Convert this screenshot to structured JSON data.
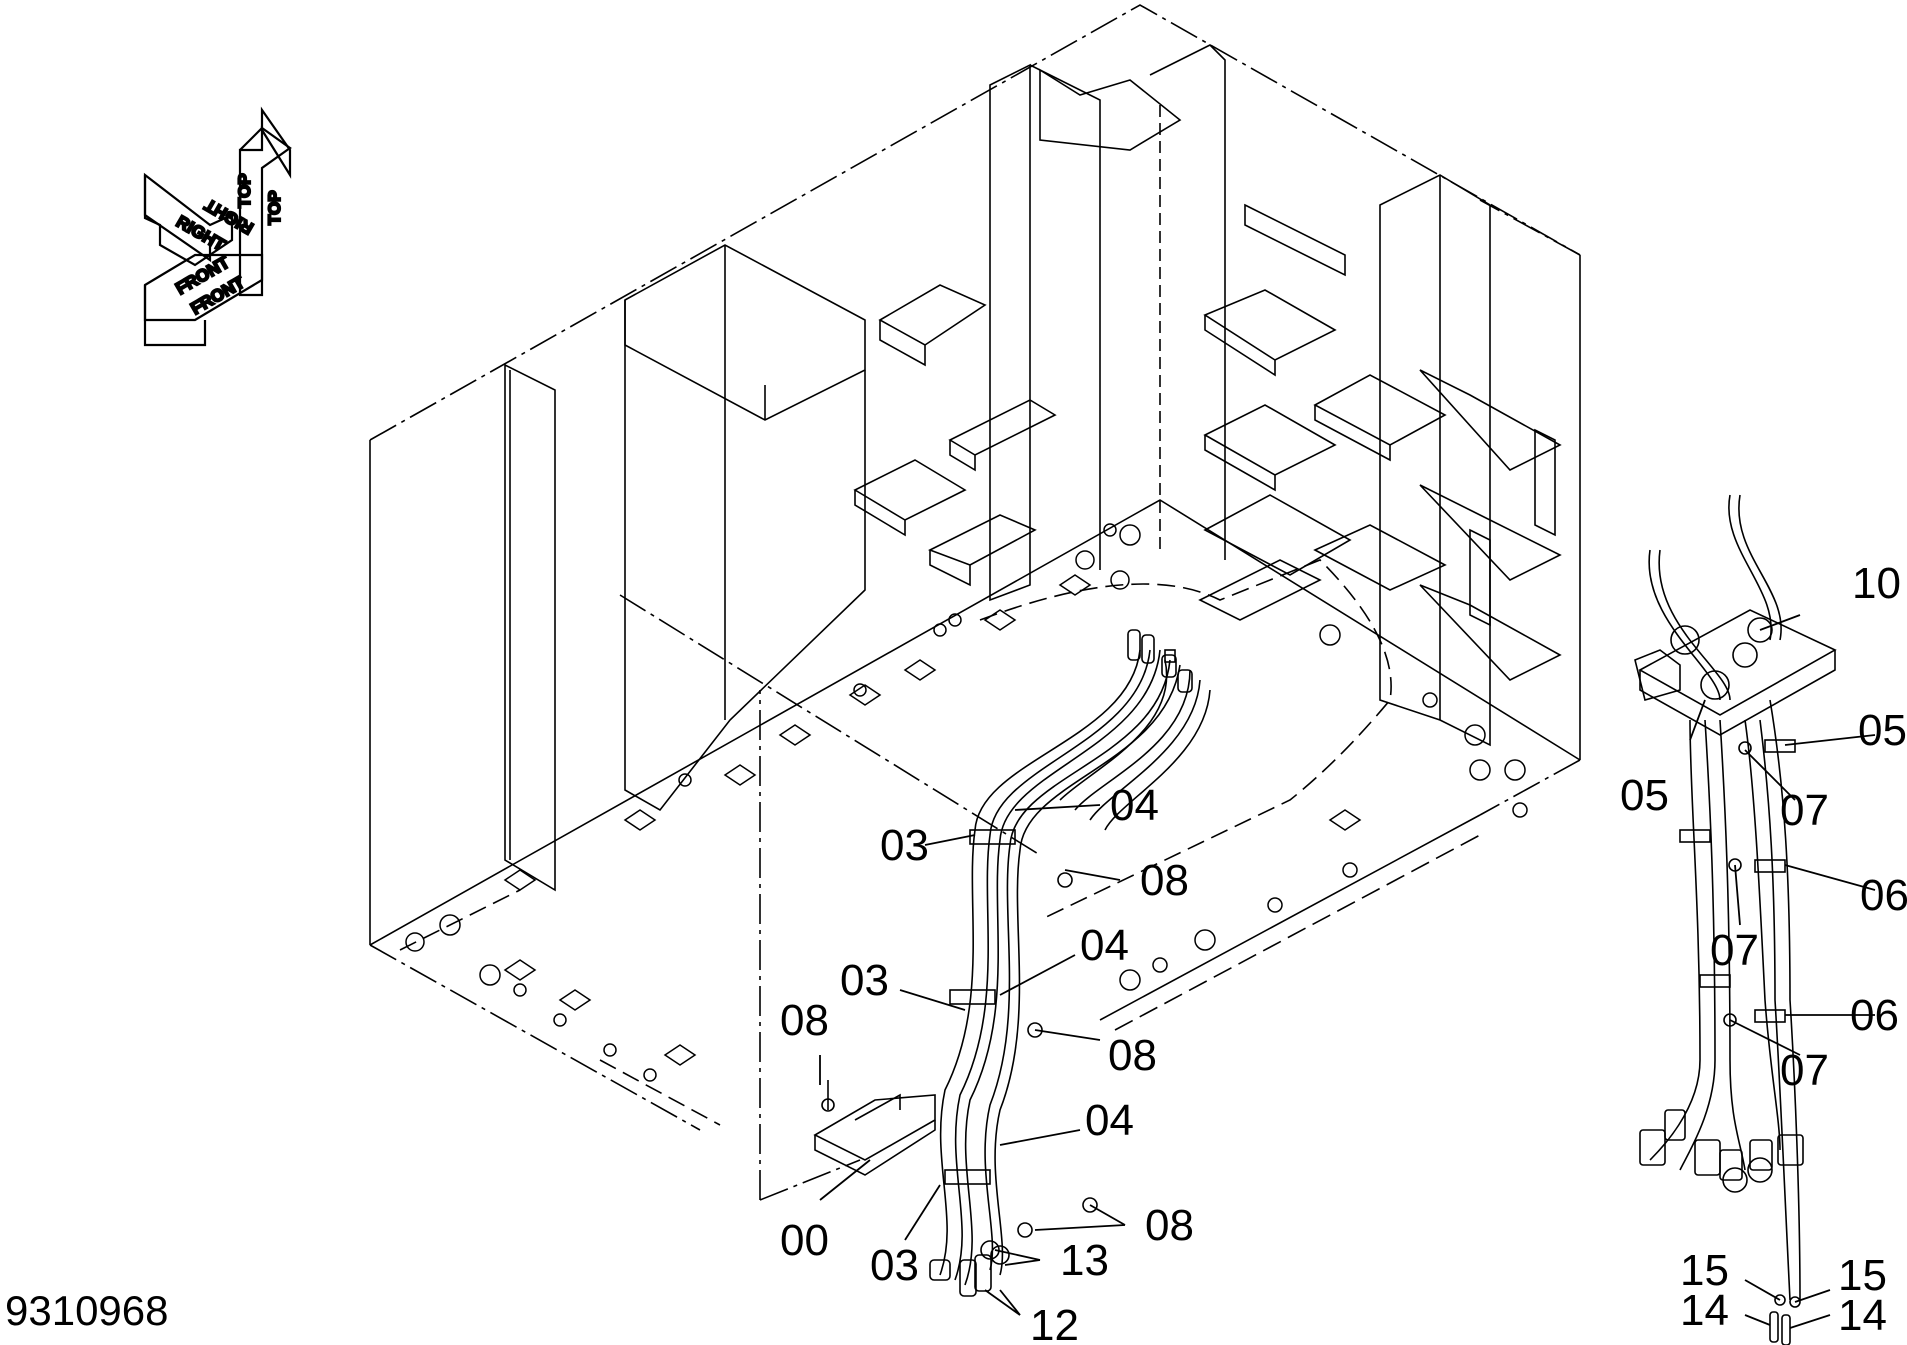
{
  "drawing_number": "9310968",
  "orientation_icon": {
    "top": "TOP",
    "right": "RIGHT",
    "front": "FRONT"
  },
  "callouts": [
    "00",
    "03",
    "03",
    "03",
    "04",
    "04",
    "04",
    "05",
    "05",
    "06",
    "06",
    "07",
    "07",
    "07",
    "08",
    "08",
    "08",
    "08",
    "10",
    "12",
    "13",
    "14",
    "14",
    "15",
    "15"
  ],
  "colors": {
    "line": "#000000",
    "background": "#ffffff"
  }
}
